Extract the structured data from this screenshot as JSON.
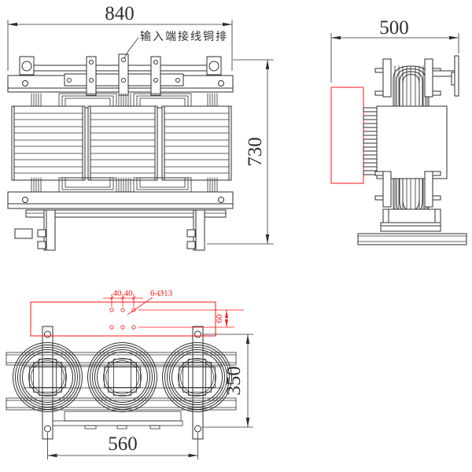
{
  "colors": {
    "background": "#ffffff",
    "line": "#2f2f2f",
    "annotation": "#ff1616"
  },
  "dims": {
    "front_width": "840",
    "overall_height": "730",
    "side_depth": "500",
    "plan_height": "350",
    "foot_hole_spacing": "560",
    "busbar_hole_pitch_a": "40",
    "busbar_hole_pitch_b": "40",
    "busbar_hole_callout": "6-Ø13",
    "busbar_row_spacing": "60"
  },
  "labels": {
    "input_busbar": "输入端接线铜排"
  }
}
